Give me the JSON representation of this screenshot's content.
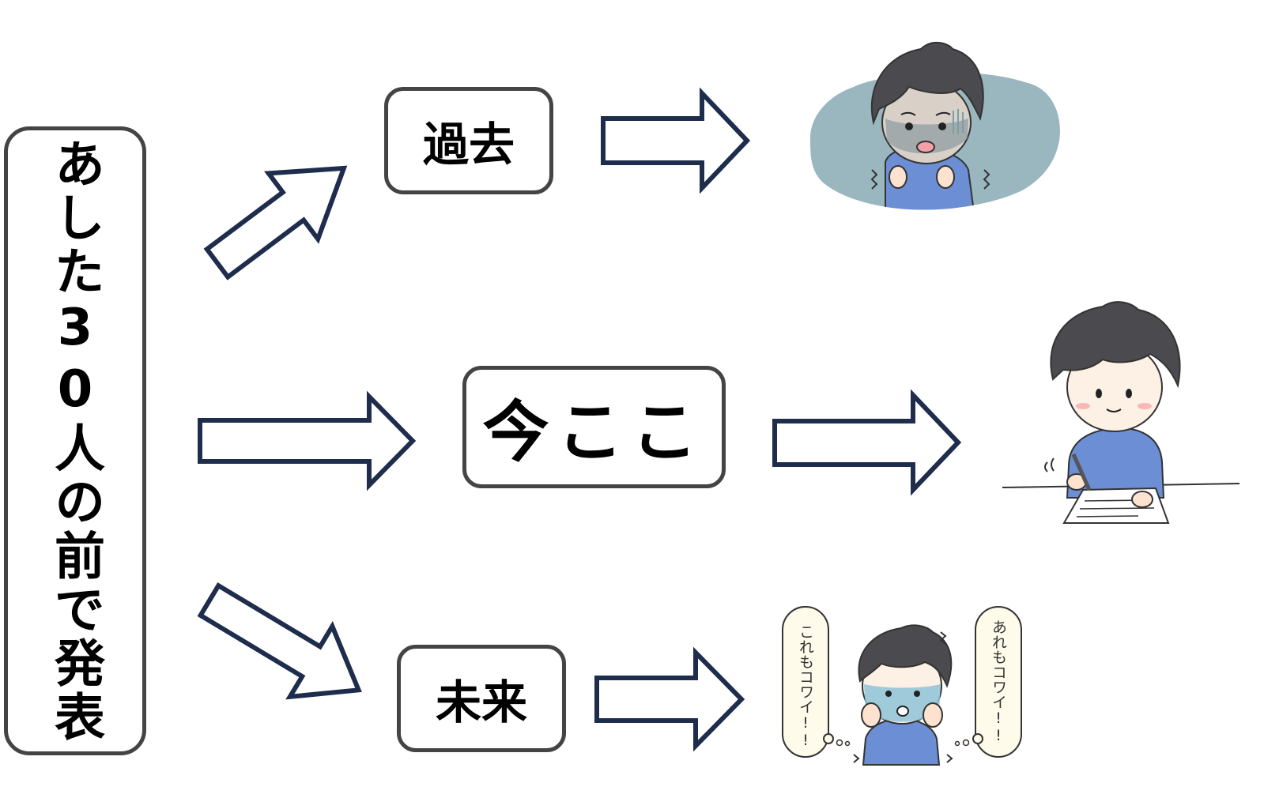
{
  "topic": {
    "text": "あした30人の前で発表"
  },
  "timeline": {
    "past": "過去",
    "now": "今ここ",
    "future": "未来"
  },
  "speech_bubbles": {
    "left": "これもコワイ!!",
    "right": "あれもコワイ!!"
  },
  "colors": {
    "arrow_stroke": "#1f2d4d",
    "box_border": "#444444",
    "hair": "#4b4b4f",
    "shirt": "#6b8ed4",
    "anxiety_cloud": "#9ab6be",
    "bubble_fill": "#fffbeb"
  },
  "icons": {
    "topic_to_past": "arrow-up-right-icon",
    "topic_to_now": "arrow-right-icon",
    "topic_to_future": "arrow-down-right-icon",
    "past_to_image": "arrow-right-icon",
    "now_to_image": "arrow-right-icon",
    "future_to_image": "arrow-right-icon"
  }
}
